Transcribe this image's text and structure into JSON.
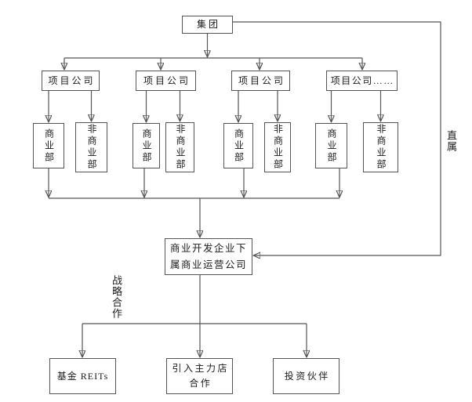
{
  "diagram": {
    "group": {
      "label": "集团"
    },
    "projects": [
      {
        "label": "项目公司"
      },
      {
        "label": "项目公司"
      },
      {
        "label": "项目公司"
      },
      {
        "label": "项目公司……"
      }
    ],
    "departments": [
      {
        "commercial": "商业部",
        "non_commercial": "非商业部"
      },
      {
        "commercial": "商业部",
        "non_commercial": "非商业部"
      },
      {
        "commercial": "商业部",
        "non_commercial": "非商业部"
      },
      {
        "commercial": "商业部",
        "non_commercial": "非商业部"
      }
    ],
    "operations_company": {
      "line1": "商业开发企业下",
      "line2": "属商业运营公司"
    },
    "partners": {
      "fund": {
        "label": "基金 REITs"
      },
      "anchor": {
        "line1": "引入主力店",
        "line2": "合作"
      },
      "investor": {
        "label": "投资伙伴"
      }
    },
    "edge_labels": {
      "direct": "直属",
      "strategic": "战略合作"
    },
    "colors": {
      "line": "#555555",
      "arrowhead": "#1a1a1a",
      "box_border": "#555555",
      "text": "#1a1a1a",
      "background": "#ffffff"
    }
  }
}
